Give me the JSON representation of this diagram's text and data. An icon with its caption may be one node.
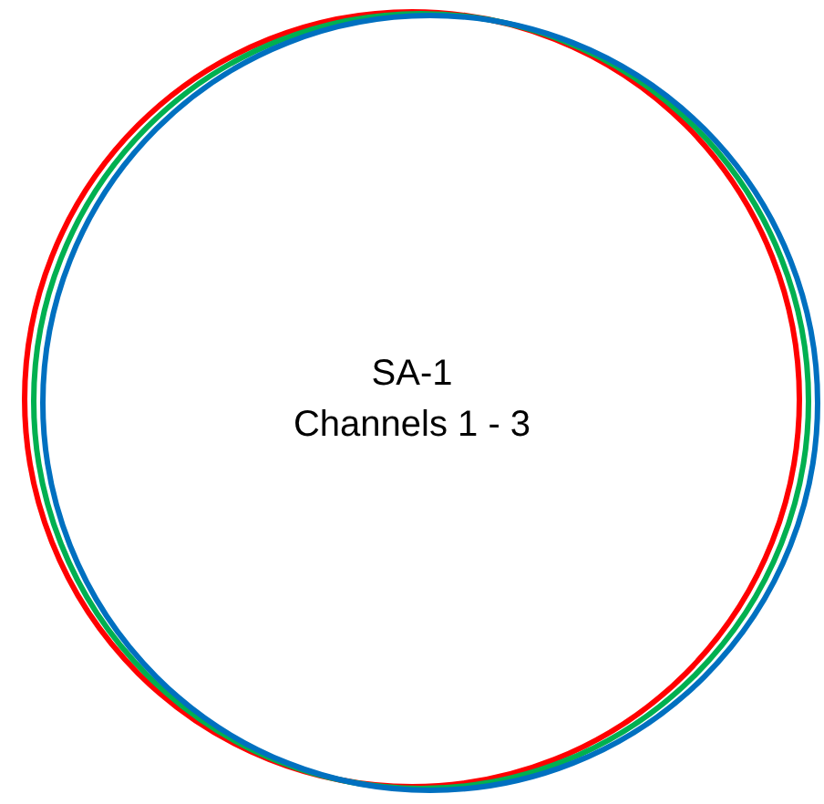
{
  "diagram": {
    "nodes": [
      {
        "text": [
          "SA-1",
          "Channels 1 - 3"
        ]
      },
      {
        "text": [],
        "shape": "circle"
      },
      {
        "text": [],
        "shape": "circle"
      }
    ]
  }
}
